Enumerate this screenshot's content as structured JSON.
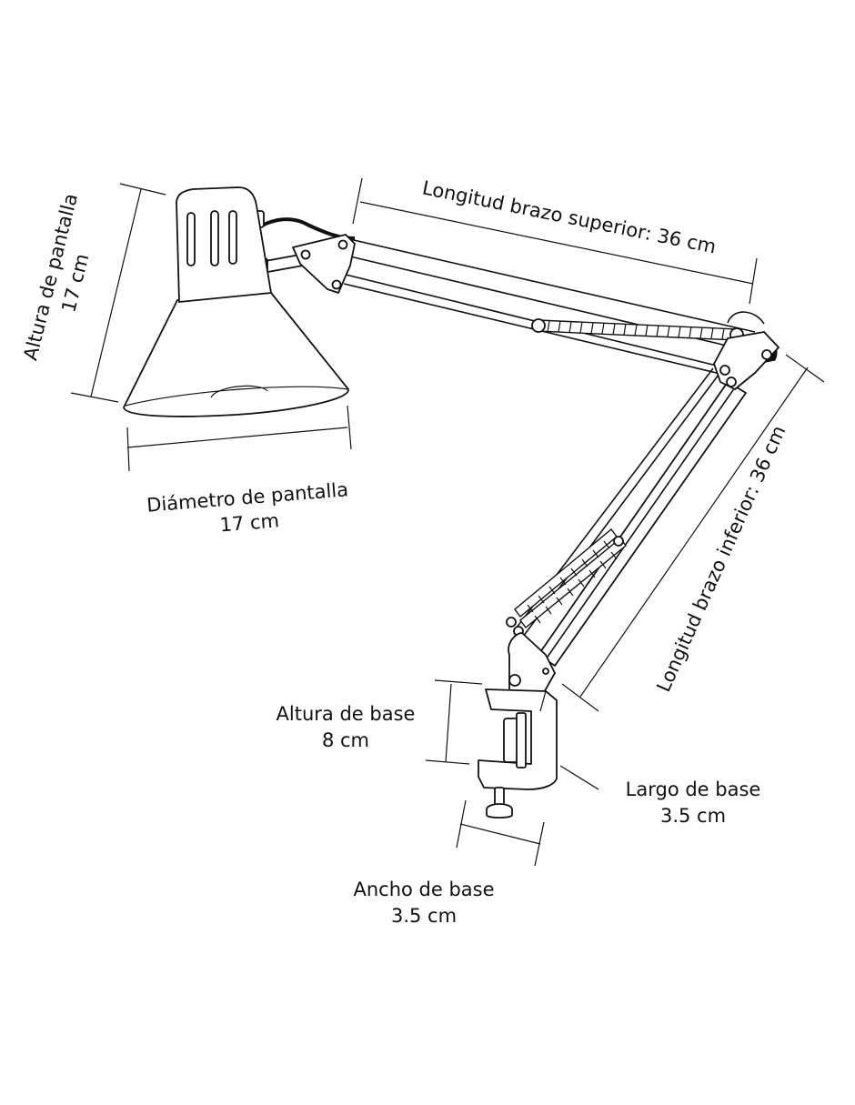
{
  "colors": {
    "line": "#111111",
    "background": "#ffffff"
  },
  "labels": {
    "shade_height": {
      "title": "Altura de pantalla",
      "value": "17 cm"
    },
    "shade_diameter": {
      "title": "Diámetro de pantalla",
      "value": "17 cm"
    },
    "upper_arm_length": {
      "text": "Longitud brazo superior: 36 cm"
    },
    "lower_arm_length": {
      "text": "Longitud brazo inferior: 36 cm"
    },
    "base_height": {
      "title": "Altura de base",
      "value": "8 cm"
    },
    "base_length": {
      "title": "Largo de base",
      "value": "3.5 cm"
    },
    "base_width": {
      "title": "Ancho de base",
      "value": "3.5 cm"
    }
  }
}
